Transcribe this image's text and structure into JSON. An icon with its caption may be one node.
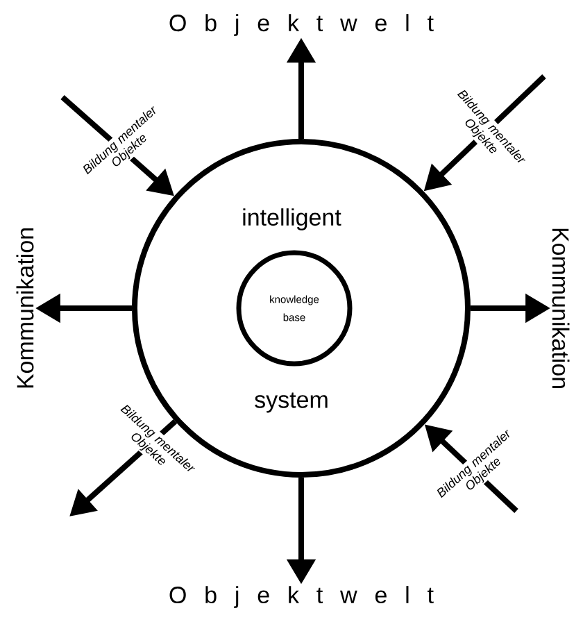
{
  "diagram": {
    "nodes": [
      {
        "text": [
          "intelligent",
          "system"
        ]
      },
      {
        "text": [
          "knowledge base"
        ],
        "in": 0
      },
      {
        "text": [
          "O b j e k t w e l t"
        ]
      },
      {
        "text": [
          "Kommunikation"
        ]
      },
      {
        "text": [
          "Kommunikation"
        ]
      },
      {
        "text": [
          "O b j e k t w e l t"
        ]
      }
    ],
    "edges": [
      {
        "from": 0,
        "to": 2,
        "arrow": "to"
      },
      {
        "from": 0,
        "to": 3,
        "arrow": "to"
      },
      {
        "from": 0,
        "to": 4,
        "arrow": "to"
      },
      {
        "from": 0,
        "to": 5,
        "arrow": "to"
      },
      {
        "from": null,
        "to": 0,
        "arrow": "to",
        "label": "Bildung mentaler Objekte"
      },
      {
        "from": null,
        "to": 0,
        "arrow": "to",
        "label": "Bildung mentaler Objekte"
      },
      {
        "from": 0,
        "to": null,
        "arrow": "to",
        "label": "Bildung mentaler Objekte"
      },
      {
        "from": null,
        "to": 0,
        "arrow": "to",
        "label": "Bildung mentaler Objekte"
      }
    ]
  }
}
